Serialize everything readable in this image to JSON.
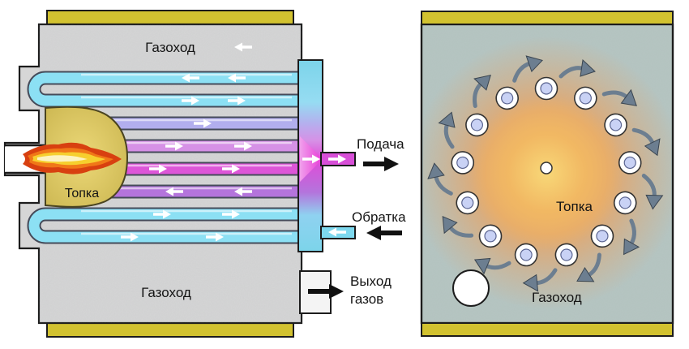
{
  "diagram": {
    "title_semantics": "boiler heat-exchanger scheme, side section and cross section",
    "left": {
      "duct_top_label": "Газоход",
      "duct_bottom_label": "Газоход",
      "firebox_label": "Топка",
      "supply_label": "Подача",
      "return_label": "Обратка",
      "gas_exit_label_line1": "Выход",
      "gas_exit_label_line2": "газов"
    },
    "right": {
      "firebox_label": "Топка",
      "duct_label": "Газоход"
    },
    "colors": {
      "insulation_yellow": "#d2c230",
      "casing_gray": "#d6d6d6",
      "right_casing_teal": "#b6c6c2",
      "cold_water_cyan": "#8ce0f4",
      "warm_water_lavender": "#b2aeee",
      "hot_water_pink": "#d691e6",
      "hot_water_magenta": "#dd55d8",
      "hot_water_violet": "#b474dc",
      "flame_red": "#d84010",
      "flame_orange": "#f07818",
      "flame_yellow": "#f6cf2e",
      "firebox_tan": "#d8c468",
      "firebox_glow_orange": "#eca35e",
      "tube_bore_lavender": "#c9d2f5",
      "flue_swirl_gray": "#6c7e90",
      "outline_black": "#1c1c1c"
    }
  }
}
